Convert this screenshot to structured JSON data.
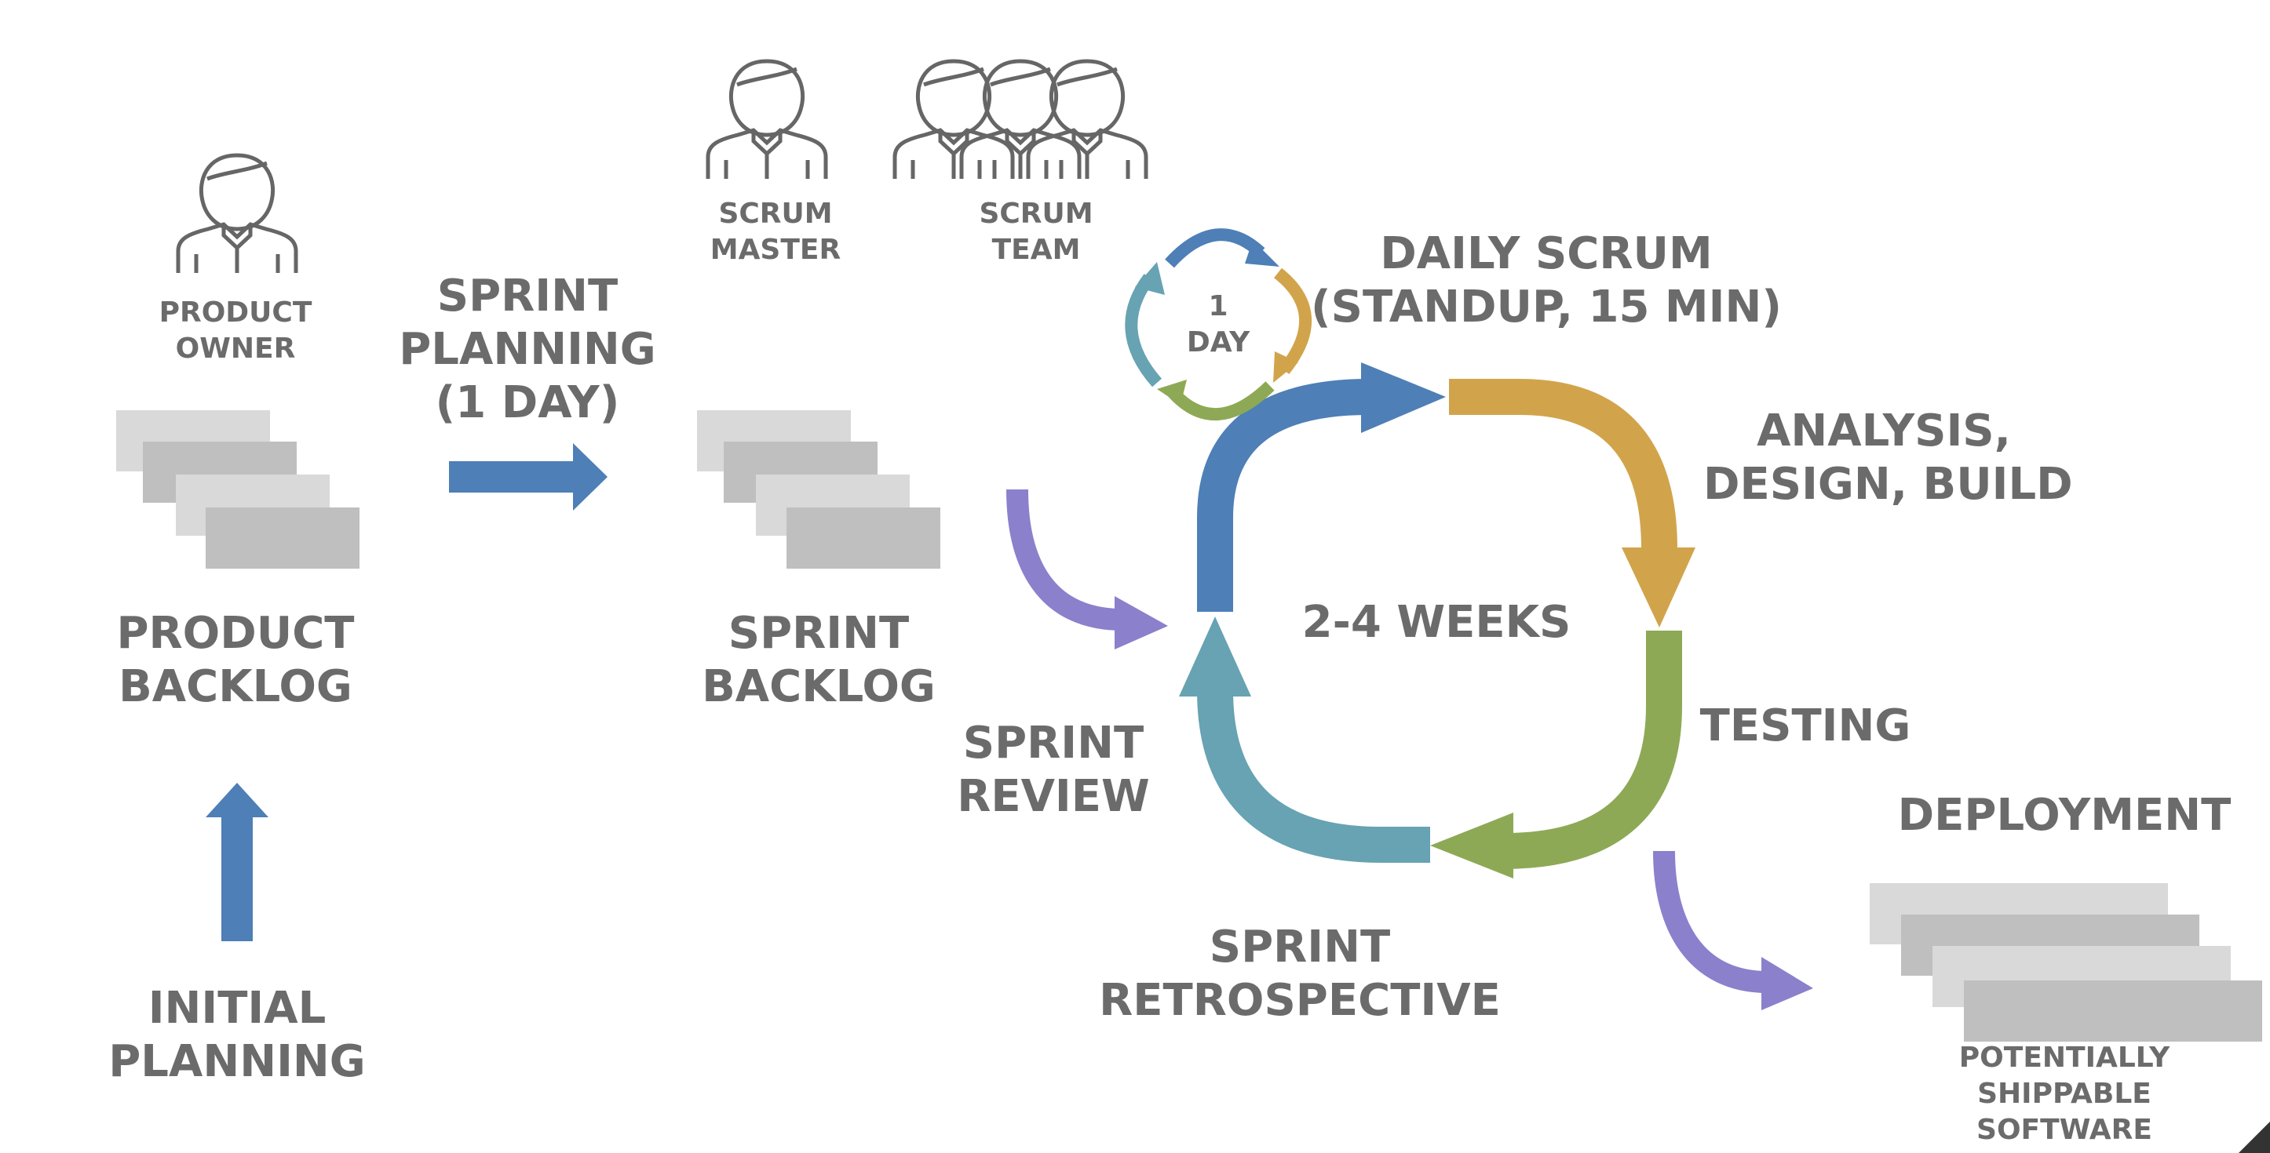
{
  "colors": {
    "blue": "#4e7fb6",
    "gold": "#d1a44c",
    "green": "#8ea955",
    "teal": "#67a3b2",
    "purple": "#8b80cc",
    "text": "#6b6b6b",
    "card_light": "#d9d9d9",
    "card_dark": "#bfbfbf",
    "icon_stroke": "#666666"
  },
  "icons": {
    "person": "person-outline-icon",
    "group": "group-outline-icon"
  },
  "roles": {
    "product_owner": [
      "PRODUCT",
      "OWNER"
    ],
    "scrum_master": [
      "SCRUM",
      "MASTER"
    ],
    "scrum_team": [
      "SCRUM",
      "TEAM"
    ]
  },
  "stages": {
    "initial_planning": [
      "INITIAL",
      "PLANNING"
    ],
    "product_backlog": [
      "PRODUCT",
      "BACKLOG"
    ],
    "sprint_planning": [
      "SPRINT",
      "PLANNING",
      "(1 DAY)"
    ],
    "sprint_backlog": [
      "SPRINT",
      "BACKLOG"
    ],
    "daily_scrum": [
      "DAILY SCRUM",
      "(STANDUP, 15 MIN)"
    ],
    "daily_cycle": [
      "1",
      "DAY"
    ],
    "analysis": [
      "ANALYSIS,",
      "DESIGN, BUILD"
    ],
    "testing": "TESTING",
    "sprint_review": [
      "SPRINT",
      "REVIEW"
    ],
    "sprint_retrospective": [
      "SPRINT",
      "RETROSPECTIVE"
    ],
    "sprint_length": "2-4 WEEKS",
    "deployment": "DEPLOYMENT",
    "shippable": [
      "POTENTIALLY",
      "SHIPPABLE",
      "SOFTWARE"
    ]
  }
}
